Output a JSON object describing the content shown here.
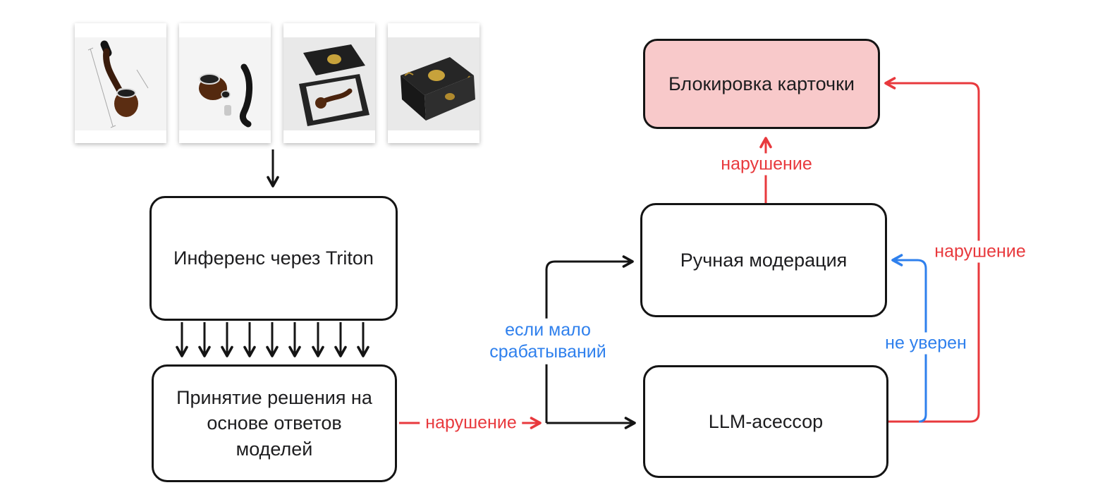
{
  "diagram": {
    "nodes": {
      "inference": "Инференс через Triton",
      "decision": "Принятие решения на основе ответов моделей",
      "blocking": "Блокировка карточки",
      "manual": "Ручная модерация",
      "llm": "LLM-асессор"
    },
    "edge_labels": {
      "violation_from_decision": "нарушение",
      "few_triggers": "если мало срабатываний",
      "violation_manual_to_block": "нарушение",
      "violation_llm_to_block": "нарушение",
      "not_sure": "не уверен"
    },
    "images": [
      {
        "name": "pipe-with-dimensions-photo"
      },
      {
        "name": "disassembled-pipe-photo"
      },
      {
        "name": "open-gift-box-with-pipe-photo"
      },
      {
        "name": "closed-gift-box-photo"
      }
    ],
    "colors": {
      "line_black": "#141414",
      "violation_red": "#e8393d",
      "condition_blue": "#2f80ed",
      "blocking_fill": "#f8c9ca"
    }
  }
}
